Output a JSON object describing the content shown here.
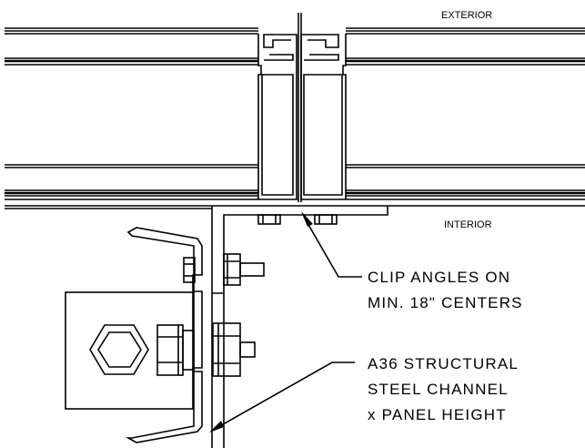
{
  "labels": {
    "exterior": "EXTERIOR",
    "interior": "INTERIOR"
  },
  "notes": {
    "clip_angles": [
      "CLIP ANGLES ON",
      "MIN. 18\" CENTERS"
    ],
    "channel": [
      "A36 STRUCTURAL",
      "STEEL CHANNEL",
      "x PANEL HEIGHT"
    ]
  },
  "colors": {
    "line": "#000000",
    "background": "#ffffff"
  }
}
